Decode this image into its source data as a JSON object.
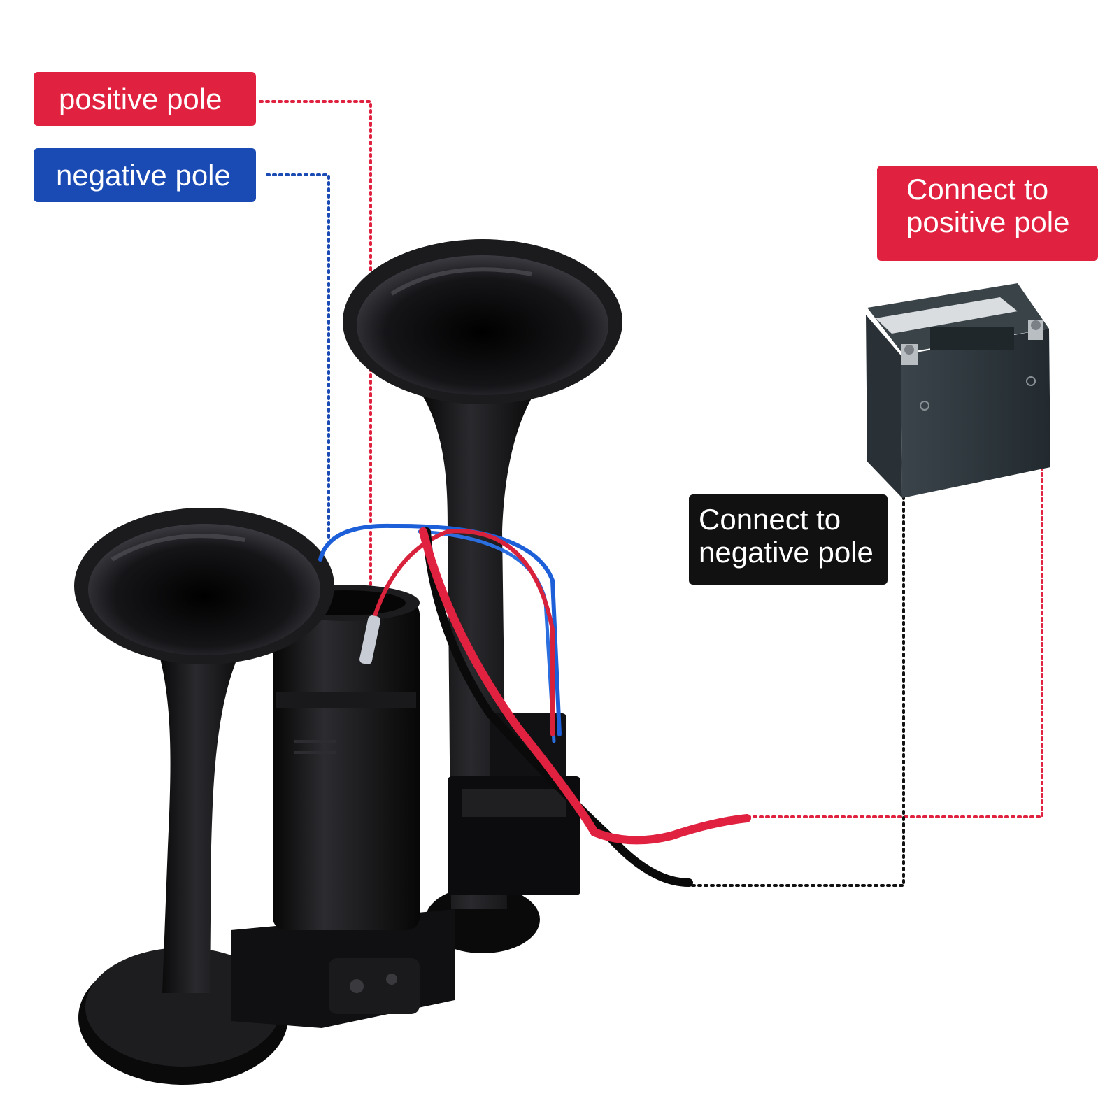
{
  "labels": {
    "positive_pole": "positive pole",
    "negative_pole": "negative pole",
    "connect_positive": {
      "line1": "Connect to",
      "line2": "positive pole"
    },
    "connect_negative": {
      "line1": "Connect to",
      "line2": "negative pole"
    }
  },
  "colors": {
    "positive": "#e0213f",
    "negative": "#1a4bb5",
    "ground": "#111111",
    "horn": "#0d0d0f",
    "battery": "#2b3338"
  },
  "icons": {
    "horn_assembly": "twin-trumpet-air-horn",
    "battery": "12v-battery"
  }
}
